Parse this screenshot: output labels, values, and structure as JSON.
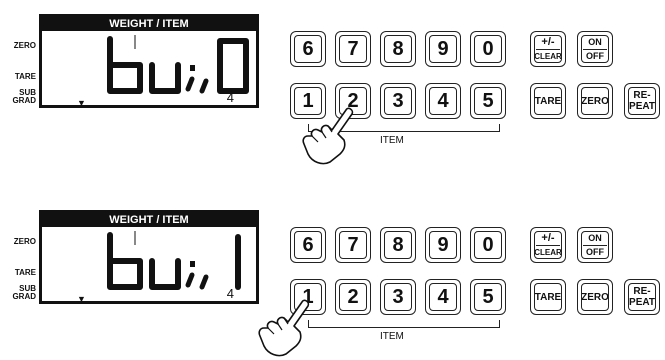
{
  "side_labels": {
    "zero": "ZERO",
    "tare": "TARE",
    "sub_grad": "SUB\nGRAD"
  },
  "display": {
    "title": "WEIGHT / ITEM",
    "marker": "▼",
    "counter": "4",
    "top_text": "bu;, 0",
    "bottom_text": "bu;, 1"
  },
  "keys": {
    "row1": [
      "6",
      "7",
      "8",
      "9",
      "0"
    ],
    "row2": [
      "1",
      "2",
      "3",
      "4",
      "5"
    ],
    "plus_minus": "+/-",
    "clear": "CLEAR",
    "on": "ON",
    "off": "OFF",
    "tare": "TARE",
    "zero": "ZERO",
    "repeat": "RE-\nPEAT"
  },
  "item_label": "ITEM",
  "top_pressed_key": "2",
  "bottom_pressed_key": "1"
}
